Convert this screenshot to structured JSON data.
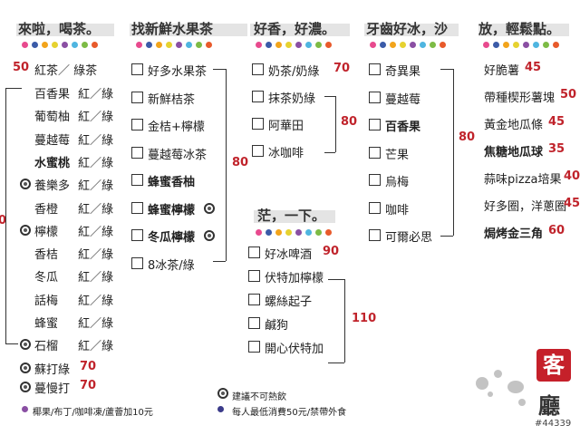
{
  "colors": {
    "accent": "#c0232b",
    "text": "#222222",
    "dots": [
      "#e84a8e",
      "#3b5ba8",
      "#f2a41b",
      "#e6d230",
      "#8a4fa3",
      "#4fb5e0",
      "#7dbb45",
      "#e85a2b"
    ]
  },
  "sections": {
    "s1": {
      "title": "來啦，喝茶。",
      "price_top": "50",
      "header_pair": "紅茶／ 綠茶",
      "price_mid": "0",
      "price_bottom": "70",
      "rows": [
        {
          "name": "百香果",
          "opts": "紅／綠",
          "ring": false
        },
        {
          "name": "葡萄柚",
          "opts": "紅／綠",
          "ring": false
        },
        {
          "name": "蔓越莓",
          "opts": "紅／綠",
          "ring": false
        },
        {
          "name": "水蜜桃",
          "opts": "紅／綠",
          "ring": false
        },
        {
          "name": "養樂多",
          "opts": "紅／綠",
          "ring": true
        },
        {
          "name": "香橙",
          "opts": "紅／綠",
          "ring": false
        },
        {
          "name": "檸檬",
          "opts": "紅／綠",
          "ring": true
        },
        {
          "name": "香桔",
          "opts": "紅／綠",
          "ring": false
        },
        {
          "name": "冬瓜",
          "opts": "紅／綠",
          "ring": false
        },
        {
          "name": "話梅",
          "opts": "紅／綠",
          "ring": false
        },
        {
          "name": "蜂蜜",
          "opts": "紅／綠",
          "ring": false
        },
        {
          "name": "石榴",
          "opts": "紅／綠",
          "ring": true
        }
      ],
      "extras": [
        {
          "name": "蘇打綠",
          "price": "70"
        },
        {
          "name": "蔓慢打",
          "price": "70"
        }
      ]
    },
    "s2": {
      "title": "找新鮮水果茶",
      "price": "80",
      "items": [
        "好多水果茶",
        "新鮮桔茶",
        "金桔+檸檬",
        "蔓越莓冰茶",
        "蜂蜜香柚",
        "蜂蜜檸檬",
        "冬瓜檸檬",
        "8冰茶/綠"
      ]
    },
    "s3": {
      "title": "好香，好濃。",
      "items": [
        {
          "name": "奶茶/奶綠",
          "price": "70"
        },
        {
          "name": "抹茶奶綠",
          "price": ""
        },
        {
          "name": "阿華田",
          "price": ""
        },
        {
          "name": "冰咖啡",
          "price": ""
        }
      ],
      "group_price": "80"
    },
    "s4": {
      "title": "茫，一下。",
      "items": [
        {
          "name": "好冰啤酒",
          "price": "90"
        },
        {
          "name": "伏特加檸檬",
          "price": ""
        },
        {
          "name": "螺絲起子",
          "price": ""
        },
        {
          "name": "鹹狗",
          "price": ""
        },
        {
          "name": "開心伏特加",
          "price": ""
        }
      ],
      "group_price": "110"
    },
    "s5": {
      "title": "牙齒好冰，沙",
      "price": "80",
      "items": [
        "奇異果",
        "蔓越莓",
        "百香果",
        "芒果",
        "烏梅",
        "咖啡",
        "可爾必思"
      ]
    },
    "s6": {
      "title": "放，輕鬆點。",
      "items": [
        {
          "name": "好脆薯",
          "price": "45"
        },
        {
          "name": "帶種楔形薯塊",
          "price": "50"
        },
        {
          "name": "黃金地瓜條",
          "price": "45"
        },
        {
          "name": "焦糖地瓜球",
          "price": "35"
        },
        {
          "name": "蒜味pizza培果",
          "price": "40"
        },
        {
          "name": "好多圈，洋蔥圈",
          "price": "45"
        },
        {
          "name": "焗烤金三角",
          "price": "60"
        }
      ]
    }
  },
  "footer": {
    "note_left": "椰果/布丁/咖啡凍/蘆薈加10元",
    "note_ring": "建議不可熱飲",
    "note_right": "每人最低消費50元/禁帶外食"
  },
  "brand": {
    "ke": "客",
    "ting": "廳",
    "watermark": "#44339"
  }
}
